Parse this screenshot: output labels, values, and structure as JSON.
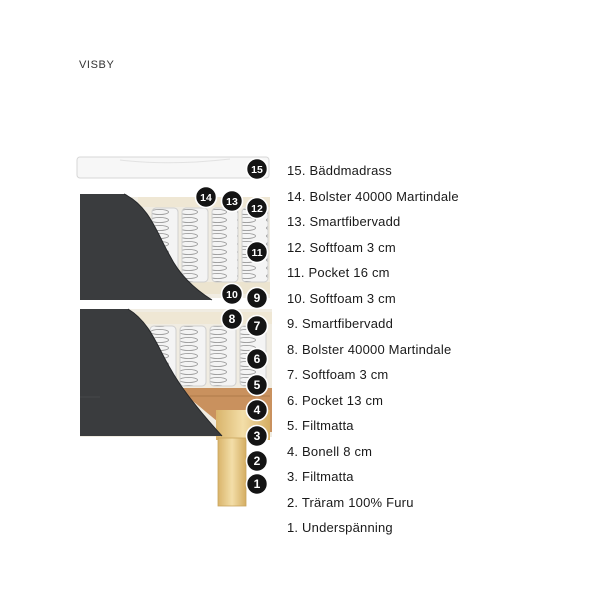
{
  "title": "VISBY",
  "layers": [
    {
      "num": "15",
      "label": "15. Bäddmadrass"
    },
    {
      "num": "14",
      "label": "14. Bolster 40000 Martindale"
    },
    {
      "num": "13",
      "label": "13. Smartfibervadd"
    },
    {
      "num": "12",
      "label": "12. Softfoam 3 cm"
    },
    {
      "num": "11",
      "label": "11. Pocket 16 cm"
    },
    {
      "num": "10",
      "label": "10. Softfoam 3 cm"
    },
    {
      "num": "9",
      "label": "9. Smartfibervadd"
    },
    {
      "num": "8",
      "label": "8. Bolster 40000 Martindale"
    },
    {
      "num": "7",
      "label": "7. Softfoam 3 cm"
    },
    {
      "num": "6",
      "label": "6. Pocket 13 cm"
    },
    {
      "num": "5",
      "label": "5. Filtmatta"
    },
    {
      "num": "4",
      "label": "4. Bonell 8 cm"
    },
    {
      "num": "3",
      "label": "3. Filtmatta"
    },
    {
      "num": "2",
      "label": "2. Träram 100% Furu"
    },
    {
      "num": "1",
      "label": "1. Underspänning"
    }
  ],
  "colors": {
    "fabric": "#3a3c3e",
    "badge": "#141414",
    "wood": "#e7cd90",
    "felt": "#c9915e",
    "foam": "#f1eee6",
    "spring": "#e9e9e9"
  }
}
